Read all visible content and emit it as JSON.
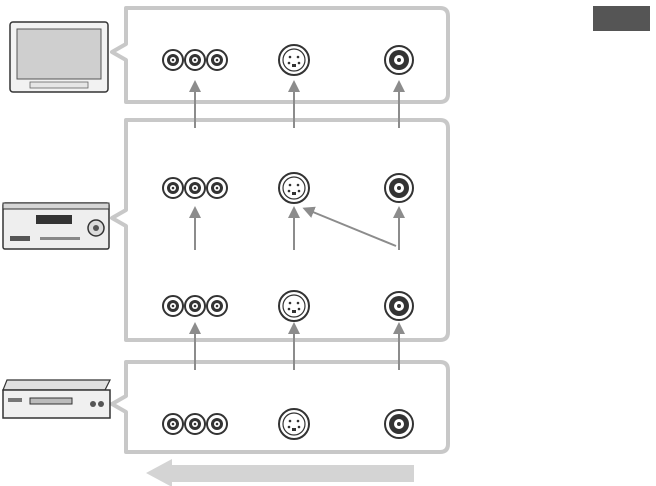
{
  "colors": {
    "box_border": "#c8c8c8",
    "arrow": "#8c8c8c",
    "direction_arrow": "#d4d4d4",
    "jack": "#333333",
    "tab": "#555555"
  },
  "devices": [
    {
      "id": "tv",
      "icon": "tv-icon"
    },
    {
      "id": "receiver",
      "icon": "av-receiver-icon"
    },
    {
      "id": "player",
      "icon": "dvd-player-icon"
    }
  ],
  "jack_types": [
    "component-video",
    "s-video",
    "composite-video"
  ],
  "signal_direction": "right-to-left"
}
